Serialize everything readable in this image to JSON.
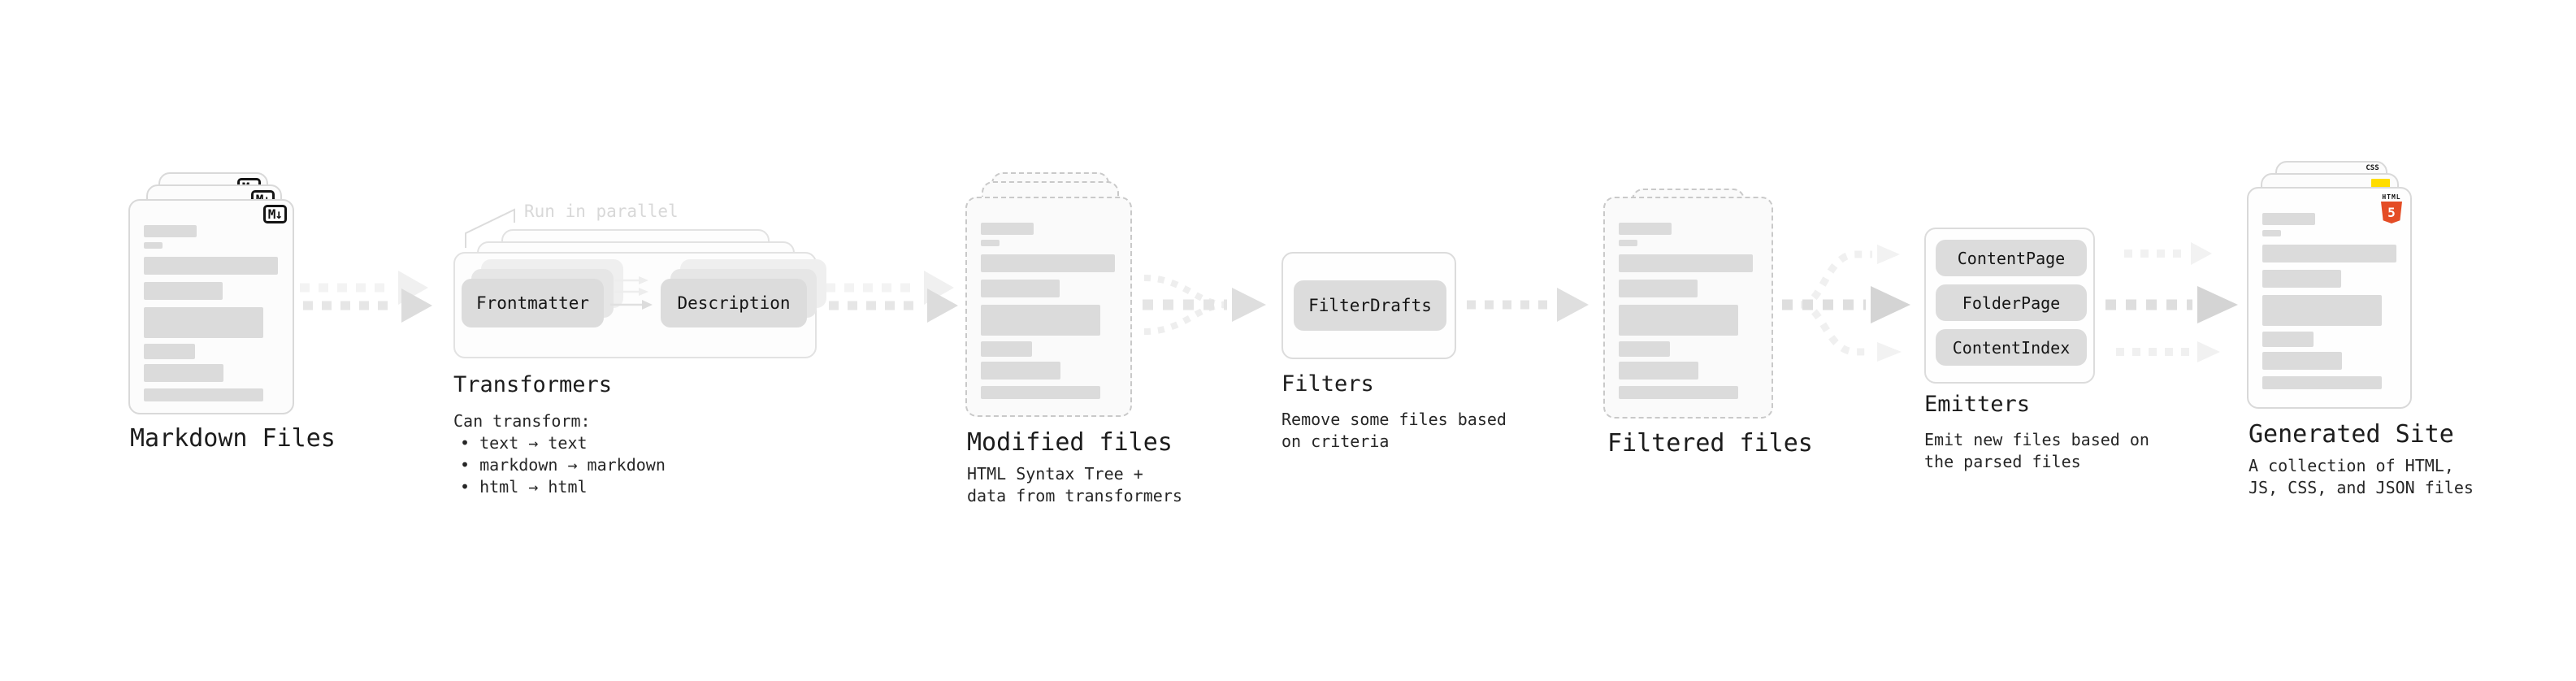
{
  "stages": {
    "markdown_files": {
      "label": "Markdown Files",
      "badge": "M↓"
    },
    "transformers": {
      "heading": "Transformers",
      "note": "Run in parallel",
      "pill_left": "Frontmatter",
      "pill_right": "Description",
      "desc_lines": [
        "Can transform:",
        "• text → text",
        "• markdown → markdown",
        "• html → html"
      ]
    },
    "modified_files": {
      "label": "Modified files",
      "desc_lines": [
        "HTML Syntax Tree +",
        "data from transformers"
      ]
    },
    "filters": {
      "heading": "Filters",
      "pill": "FilterDrafts",
      "desc_lines": [
        "Remove some files based",
        "on criteria"
      ]
    },
    "filtered_files": {
      "label": "Filtered files"
    },
    "emitters": {
      "heading": "Emitters",
      "pills": [
        "ContentPage",
        "FolderPage",
        "ContentIndex"
      ],
      "desc_lines": [
        "Emit new files based on",
        "the parsed files"
      ]
    },
    "generated_site": {
      "label": "Generated Site",
      "desc_lines": [
        "A collection of HTML,",
        "JS, CSS, and JSON files"
      ],
      "html5_label": "HTML",
      "html5_number": "5",
      "css_label": "CSS"
    }
  },
  "colors": {
    "ink": "#1c1c1c",
    "pill_gray": "#dcdcdc",
    "card_border": "#d9d9d9",
    "dashed_border": "#c9c9c9",
    "arrow_gray": "#dcdcdc",
    "ghost_note": "#d8d8d8",
    "html5_orange": "#e44d26",
    "js_yellow": "#ffdd00",
    "css_blue": "#2f6fdb"
  }
}
